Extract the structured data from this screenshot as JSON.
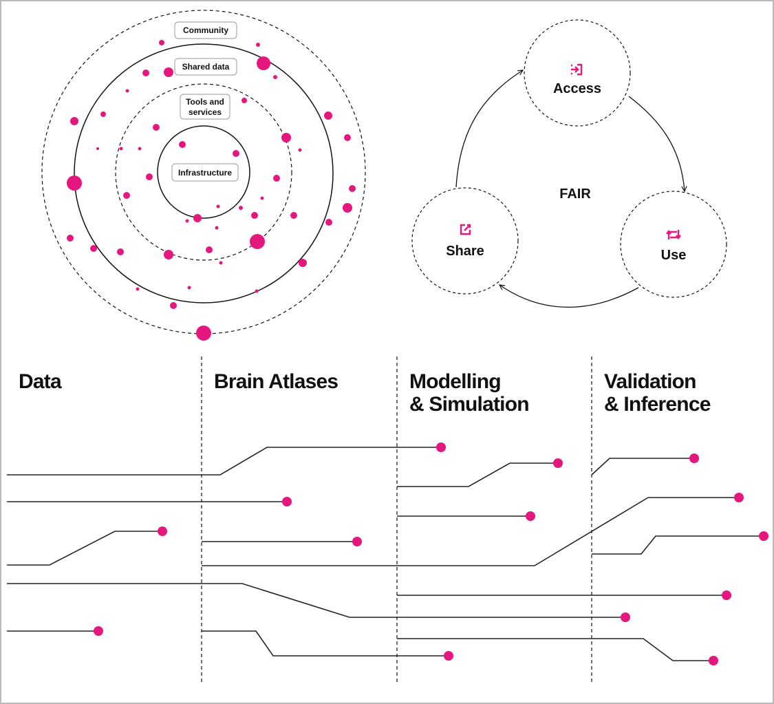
{
  "colors": {
    "accent": "#e5177e",
    "ink": "#111111",
    "frame": "#b9b9b9",
    "label_border": "#aaaaaa"
  },
  "ecosystem": {
    "rings": [
      {
        "id": "community",
        "label": "Community",
        "style": "dashed"
      },
      {
        "id": "shared-data",
        "label": "Shared data",
        "style": "solid"
      },
      {
        "id": "tools-services",
        "label": "Tools and\nservices",
        "label_lines": [
          "Tools and",
          "services"
        ],
        "style": "dashed"
      },
      {
        "id": "infrastructure",
        "label": "Infrastructure",
        "style": "solid"
      }
    ]
  },
  "fair": {
    "center_label": "FAIR",
    "nodes": [
      {
        "id": "access",
        "label": "Access",
        "icon": "login-icon"
      },
      {
        "id": "use",
        "label": "Use",
        "icon": "repeat-icon"
      },
      {
        "id": "share",
        "label": "Share",
        "icon": "external-link-icon"
      }
    ]
  },
  "pipeline": {
    "columns": [
      {
        "id": "data",
        "title": "Data"
      },
      {
        "id": "brain-atlases",
        "title": "Brain Atlases"
      },
      {
        "id": "modelling-simulation",
        "title": "Modelling\n& Simulation"
      },
      {
        "id": "validation-inference",
        "title": "Validation\n& Inference"
      }
    ]
  }
}
